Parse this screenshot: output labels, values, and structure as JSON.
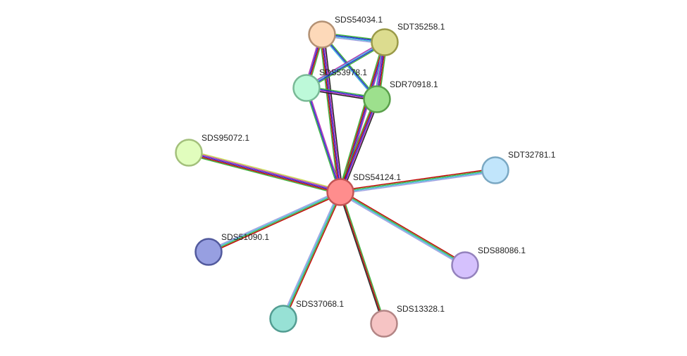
{
  "network": {
    "nodes": [
      {
        "id": "SDS54124.1",
        "label": "SDS54124.1",
        "fill": "#ff8d8d",
        "stroke": "#c45454"
      },
      {
        "id": "SDS54034.1",
        "label": "SDS54034.1",
        "fill": "#fdd9b9",
        "stroke": "#b39174"
      },
      {
        "id": "SDT35258.1",
        "label": "SDT35258.1",
        "fill": "#dcdc8f",
        "stroke": "#9a9a48"
      },
      {
        "id": "SDS53978.1",
        "label": "SDS53978.1",
        "fill": "#bdf9d9",
        "stroke": "#79b996"
      },
      {
        "id": "SDR70918.1",
        "label": "SDR70918.1",
        "fill": "#9de08d",
        "stroke": "#5aa04b"
      },
      {
        "id": "SDS95072.1",
        "label": "SDS95072.1",
        "fill": "#e1fdbd",
        "stroke": "#a3c07b"
      },
      {
        "id": "SDT32781.1",
        "label": "SDT32781.1",
        "fill": "#c1e5fb",
        "stroke": "#7aa8c3"
      },
      {
        "id": "SDS51090.1",
        "label": "SDS51090.1",
        "fill": "#979fe1",
        "stroke": "#525a9d"
      },
      {
        "id": "SDS88086.1",
        "label": "SDS88086.1",
        "fill": "#d5c1fd",
        "stroke": "#9482bd"
      },
      {
        "id": "SDS37068.1",
        "label": "SDS37068.1",
        "fill": "#97e1d5",
        "stroke": "#539d92"
      },
      {
        "id": "SDS13328.1",
        "label": "SDS13328.1",
        "fill": "#f6c4c4",
        "stroke": "#b38585"
      }
    ],
    "edges": [
      {
        "source": "SDS54124.1",
        "target": "SDS54034.1",
        "colors": [
          "#3ab03a",
          "#c00000",
          "#2020d0",
          "#b030b0",
          "#202020"
        ]
      },
      {
        "source": "SDS54124.1",
        "target": "SDT35258.1",
        "colors": [
          "#3ab03a",
          "#c00000",
          "#2020d0",
          "#b030b0"
        ]
      },
      {
        "source": "SDS54124.1",
        "target": "SDS53978.1",
        "colors": [
          "#3ab03a",
          "#2020d0",
          "#b030b0"
        ]
      },
      {
        "source": "SDS54124.1",
        "target": "SDR70918.1",
        "colors": [
          "#3ab03a",
          "#c00000",
          "#2020d0",
          "#b030b0",
          "#202020"
        ]
      },
      {
        "source": "SDS54124.1",
        "target": "SDS95072.1",
        "colors": [
          "#3ab03a",
          "#c00000",
          "#2020d0",
          "#b030b0",
          "#c8d850"
        ]
      },
      {
        "source": "SDS54124.1",
        "target": "SDT32781.1",
        "colors": [
          "#c00000",
          "#3ab03a",
          "#40b8d8",
          "#a0a0e0"
        ]
      },
      {
        "source": "SDS54124.1",
        "target": "SDS51090.1",
        "colors": [
          "#c00000",
          "#3ab03a",
          "#40b8d8",
          "#a0a0e0"
        ]
      },
      {
        "source": "SDS54124.1",
        "target": "SDS88086.1",
        "colors": [
          "#c00000",
          "#3ab03a",
          "#40b8d8",
          "#a0a0e0"
        ]
      },
      {
        "source": "SDS54124.1",
        "target": "SDS37068.1",
        "colors": [
          "#c00000",
          "#3ab03a",
          "#40b8d8",
          "#a0a0e0"
        ]
      },
      {
        "source": "SDS54124.1",
        "target": "SDS13328.1",
        "colors": [
          "#3ab03a",
          "#c00000",
          "#202020"
        ]
      },
      {
        "source": "SDS54034.1",
        "target": "SDT35258.1",
        "colors": [
          "#3ab03a",
          "#2020d0",
          "#40b8d8",
          "#a0a0e0"
        ]
      },
      {
        "source": "SDS54034.1",
        "target": "SDS53978.1",
        "colors": [
          "#3ab03a",
          "#c00000",
          "#2020d0",
          "#b030b0"
        ]
      },
      {
        "source": "SDS54034.1",
        "target": "SDR70918.1",
        "colors": [
          "#3ab03a",
          "#2020d0",
          "#40b8d8"
        ]
      },
      {
        "source": "SDT35258.1",
        "target": "SDS53978.1",
        "colors": [
          "#3ab03a",
          "#2020d0",
          "#40b8d8",
          "#b030b0"
        ]
      },
      {
        "source": "SDT35258.1",
        "target": "SDR70918.1",
        "colors": [
          "#3ab03a",
          "#c00000",
          "#2020d0",
          "#b030b0",
          "#40b8d8"
        ]
      },
      {
        "source": "SDS53978.1",
        "target": "SDR70918.1",
        "colors": [
          "#3ab03a",
          "#2020d0",
          "#b030b0",
          "#202020"
        ]
      }
    ]
  }
}
